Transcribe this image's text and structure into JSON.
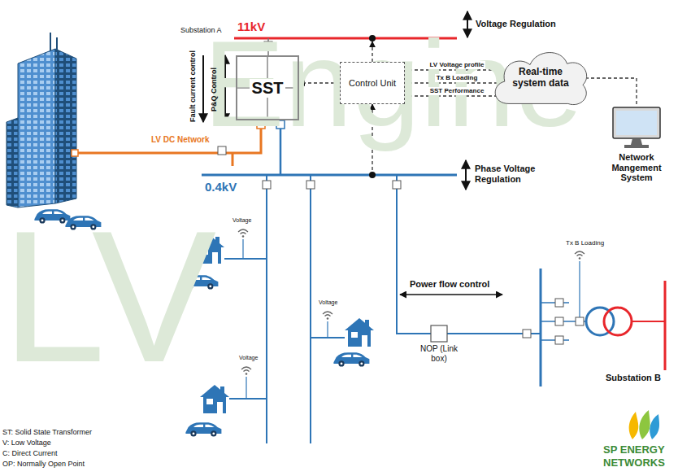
{
  "diagram": {
    "nodes": [
      {
        "text": [
          "SST"
        ]
      },
      {
        "text": [
          "Control Unit"
        ]
      },
      {
        "text": [
          "Real-time system data"
        ]
      },
      {
        "text": [
          "Network Mangement System"
        ]
      },
      {
        "text": [
          "NOP (Link box)"
        ]
      }
    ],
    "edges": [
      {
        "from": 1,
        "to": 0,
        "arrow": "both"
      },
      {
        "from": 2,
        "to": 1,
        "label": "LV Voltage profile",
        "arrow": "to"
      },
      {
        "from": 2,
        "to": 1,
        "label": "Tx B Loading",
        "arrow": "to"
      },
      {
        "from": 2,
        "to": 1,
        "label": "SST Performance",
        "arrow": "to"
      },
      {
        "from": 3,
        "to": 2,
        "arrow": "none"
      }
    ],
    "labels": [
      "11kV",
      "Substation A",
      "Voltage Regulation",
      "Fault current control",
      "P&Q Control",
      "LV DC Network",
      "0.4kV",
      "Phase Voltage Regulation",
      "Voltage",
      "Voltage",
      "Voltage",
      "Power flow control",
      "Tx B Loading",
      "Substation B",
      "ST: Solid State Transformer",
      "V: Low Voltage",
      "C: Direct Current",
      "OP: Normally Open Point",
      "SP ENERGY",
      "NETWORKS",
      "Engine",
      "LV"
    ]
  }
}
